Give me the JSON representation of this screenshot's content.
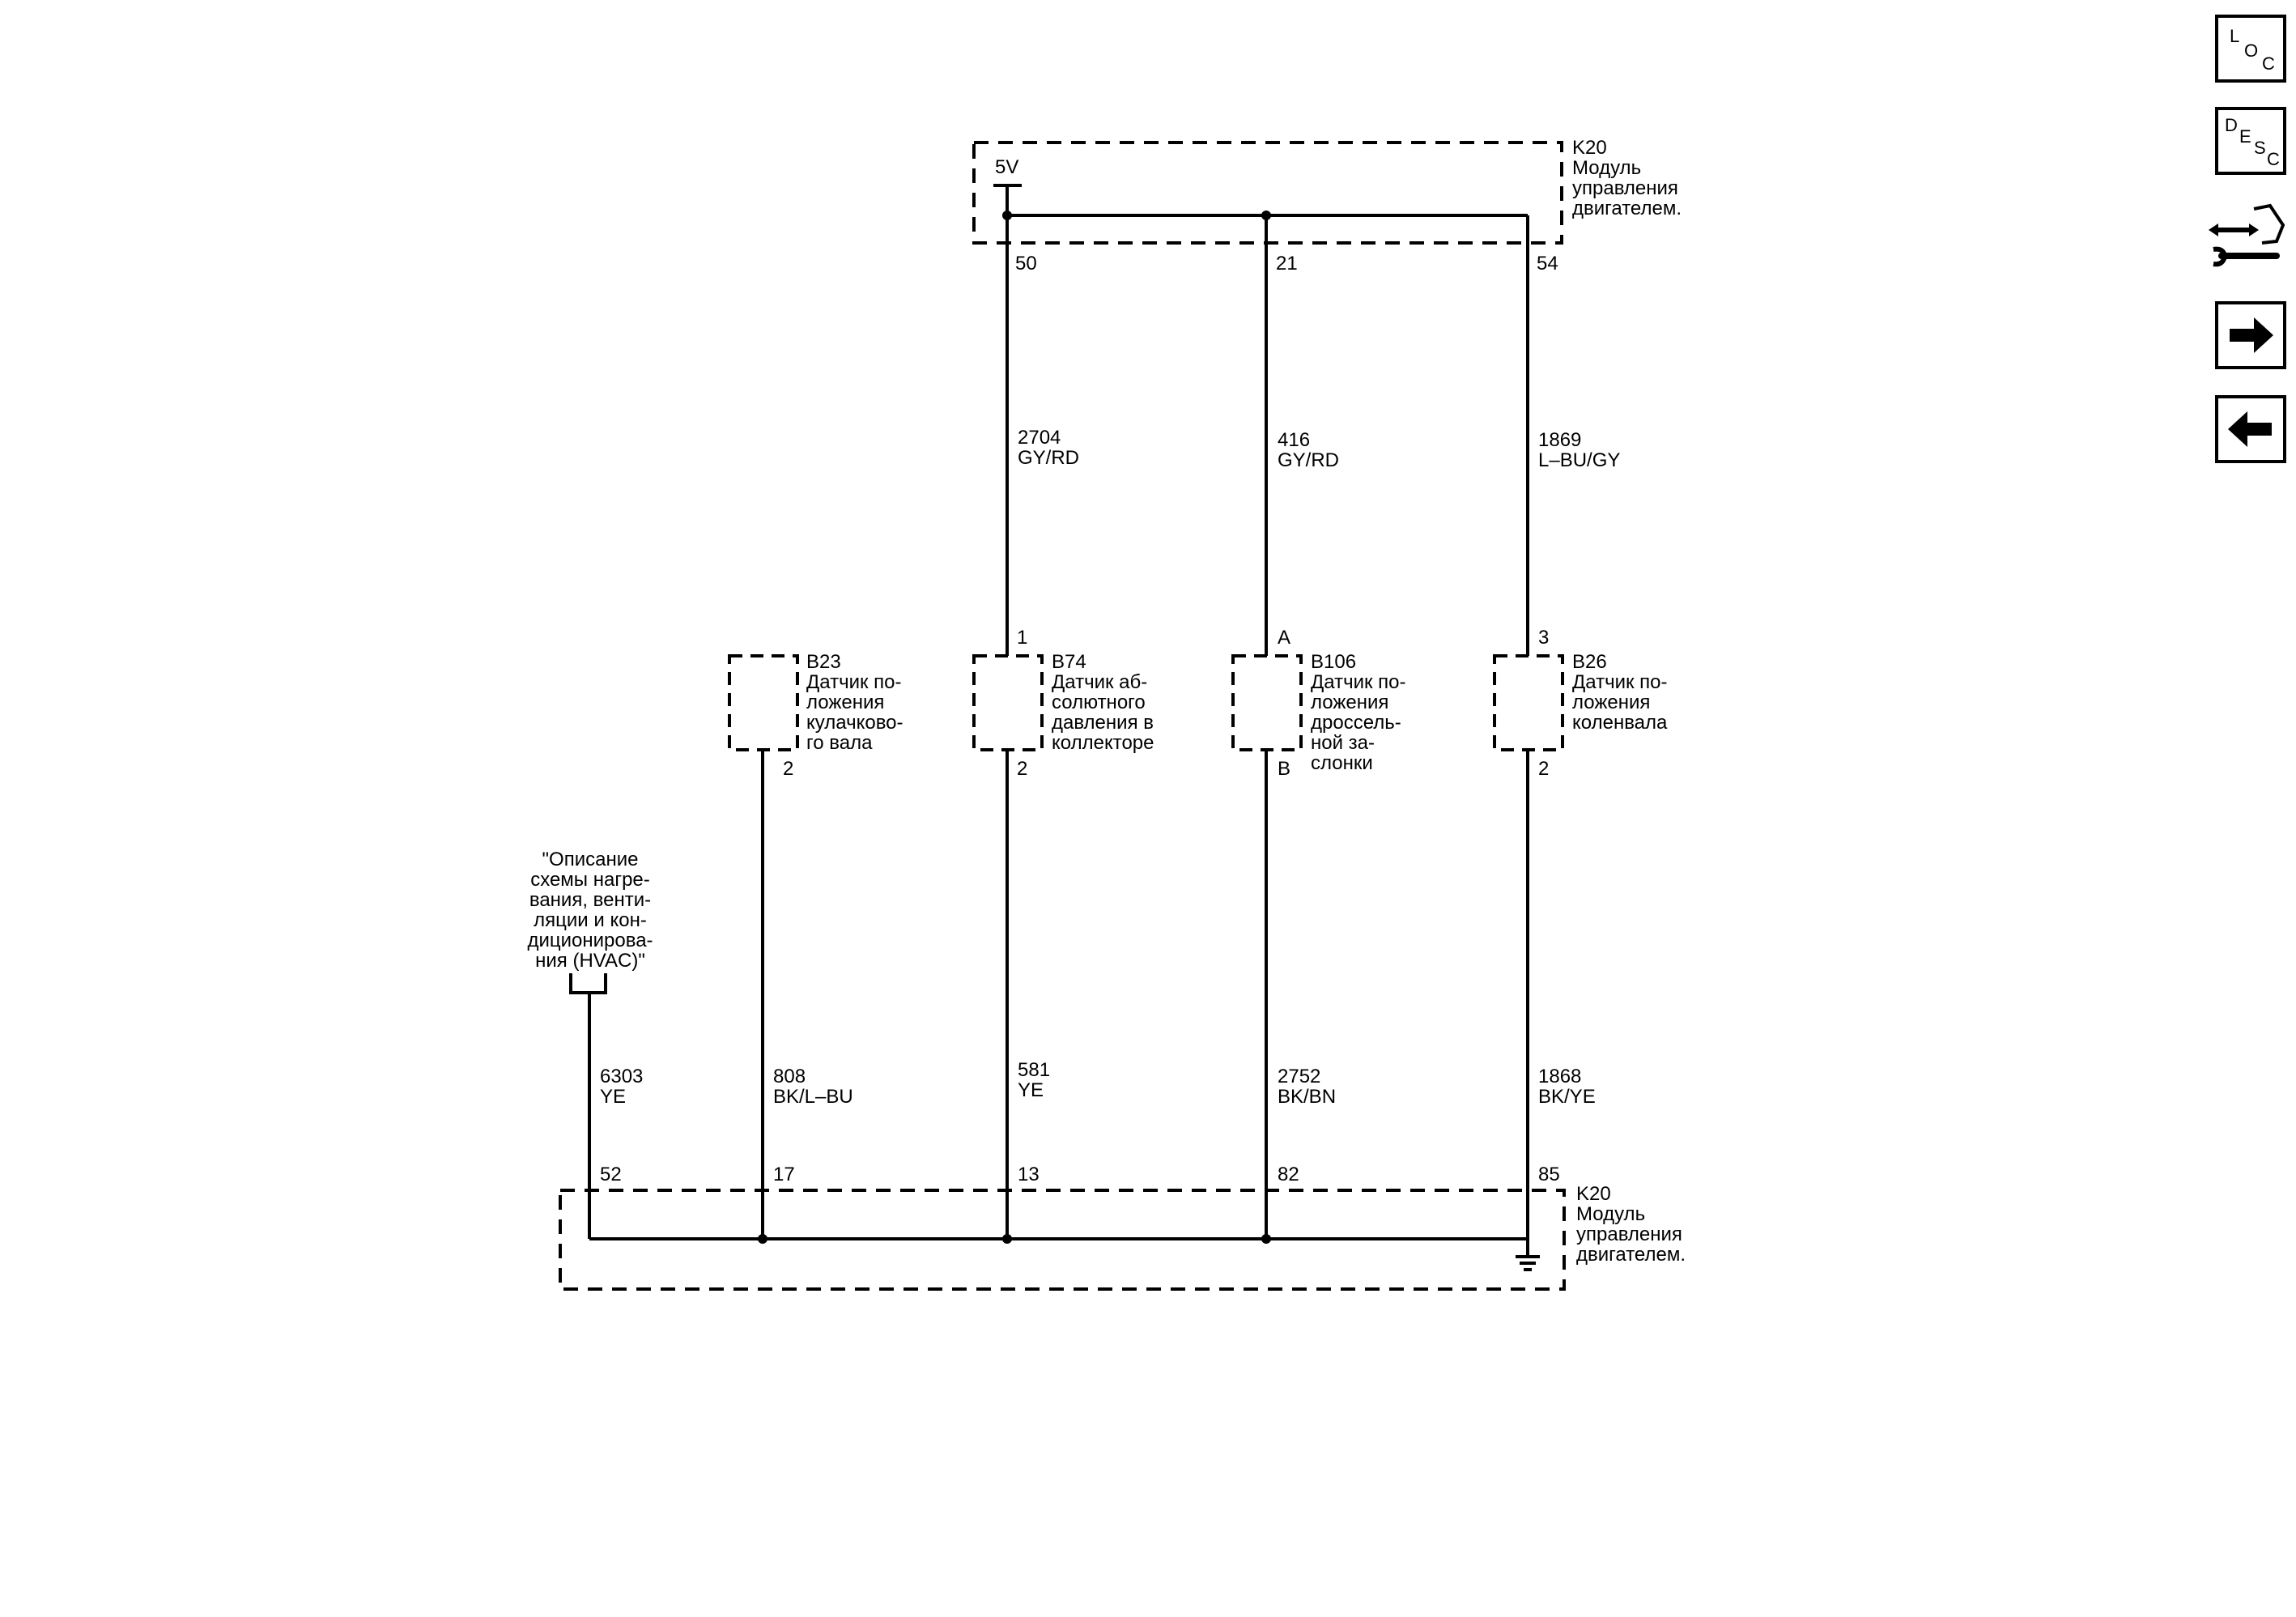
{
  "top_module": {
    "ref": "K20",
    "name_lines": [
      "Модуль",
      "управления",
      "двигателем."
    ],
    "supply": "5V"
  },
  "bottom_module": {
    "ref": "K20",
    "name_lines": [
      "Модуль",
      "управления",
      "двигателем."
    ]
  },
  "top_pins": [
    "50",
    "21",
    "54"
  ],
  "top_wires": [
    {
      "number": "2704",
      "color": "GY/RD"
    },
    {
      "number": "416",
      "color": "GY/RD"
    },
    {
      "number": "1869",
      "color": "L–BU/GY"
    }
  ],
  "sensors": [
    {
      "ref": "B23",
      "name_lines": [
        "Датчик по-",
        "ложения",
        "кулачково-",
        "го вала"
      ],
      "pin_top": "",
      "pin_bottom": "2"
    },
    {
      "ref": "B74",
      "name_lines": [
        "Датчик аб-",
        "солютного",
        "давления в",
        "коллекторе"
      ],
      "pin_top": "1",
      "pin_bottom": "2"
    },
    {
      "ref": "B106",
      "name_lines": [
        "Датчик по-",
        "ложения",
        "дроссель-",
        "ной за-",
        "слонки"
      ],
      "pin_top": "A",
      "pin_bottom": "B"
    },
    {
      "ref": "B26",
      "name_lines": [
        "Датчик по-",
        "ложения",
        "коленвала"
      ],
      "pin_top": "3",
      "pin_bottom": "2"
    }
  ],
  "bottom_wires": [
    {
      "number": "6303",
      "color": "YE"
    },
    {
      "number": "808",
      "color": "BK/L–BU"
    },
    {
      "number": "581",
      "color": "YE"
    },
    {
      "number": "2752",
      "color": "BK/BN"
    },
    {
      "number": "1868",
      "color": "BK/YE"
    }
  ],
  "bottom_pins": [
    "52",
    "17",
    "13",
    "82",
    "85"
  ],
  "hvac_reference": {
    "lines": [
      "\"Описание",
      "схемы нагре-",
      "вания, венти-",
      "ляции и кон-",
      "диционирова-",
      "ния (HVAC)\""
    ]
  },
  "sidebar": {
    "loc": {
      "letters": [
        "L",
        "O",
        "C"
      ],
      "icon": "loc-icon"
    },
    "desc": {
      "letters": [
        "D",
        "E",
        "S",
        "C"
      ],
      "icon": "desc-icon"
    },
    "connector_tool": {
      "icon": "connector-tool-icon"
    },
    "next": {
      "icon": "arrow-right-icon"
    },
    "prev": {
      "icon": "arrow-left-icon"
    }
  }
}
